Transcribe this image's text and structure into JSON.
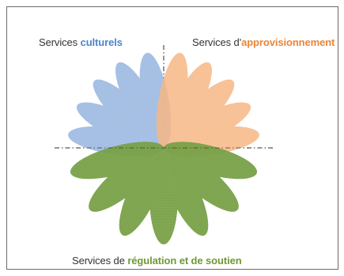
{
  "labels": {
    "culturel": {
      "prefix": "Services ",
      "highlight": "culturels",
      "color": "#4a86c8"
    },
    "approvisionnement": {
      "prefix": "Services d'",
      "highlight": "approvisionnement",
      "color": "#e8863a"
    },
    "regulation": {
      "prefix": "Services de ",
      "highlight": "régulation  et de soutien",
      "color": "#6e9a33"
    }
  },
  "colors": {
    "culturel": "#8fb0de",
    "approvisionnement": "#f6b27c",
    "regulation": "#6f9a3a",
    "axis": "#2a2a2a"
  },
  "petals": {
    "culturel": 5,
    "approvisionnement": 5,
    "regulation": 7
  }
}
